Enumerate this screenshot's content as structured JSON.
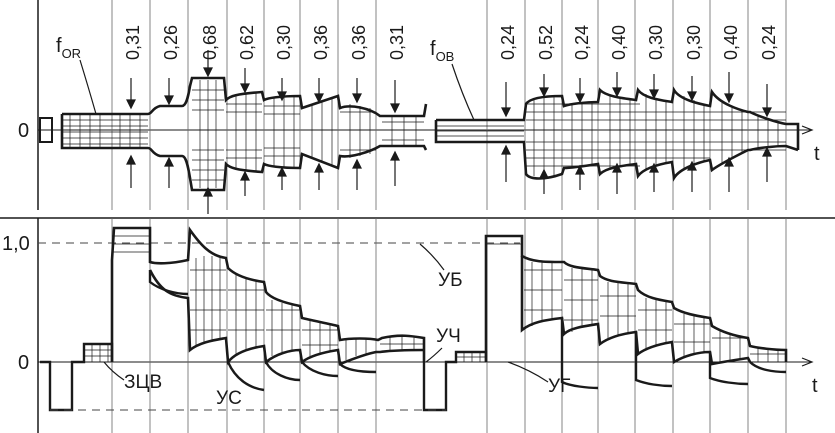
{
  "top": {
    "zero_label": "0",
    "t_label": "t",
    "f_or": {
      "main": "f",
      "sub": "OR"
    },
    "f_ob": {
      "main": "f",
      "sub": "OB"
    },
    "values_left": [
      "0,31",
      "0,26",
      "0,68",
      "0,62",
      "0,30",
      "0,36",
      "0,36",
      "0,31"
    ],
    "values_right": [
      "0,24",
      "0,52",
      "0,24",
      "0,40",
      "0,30",
      "0,30",
      "0,40",
      "0,24"
    ]
  },
  "bottom": {
    "one_label": "1,0",
    "zero_label": "0",
    "t_label": "t",
    "labels": {
      "ub": "УБ",
      "uch": "УЧ",
      "zcv": "ЗЦВ",
      "us": "УС",
      "ug": "УГ"
    }
  }
}
